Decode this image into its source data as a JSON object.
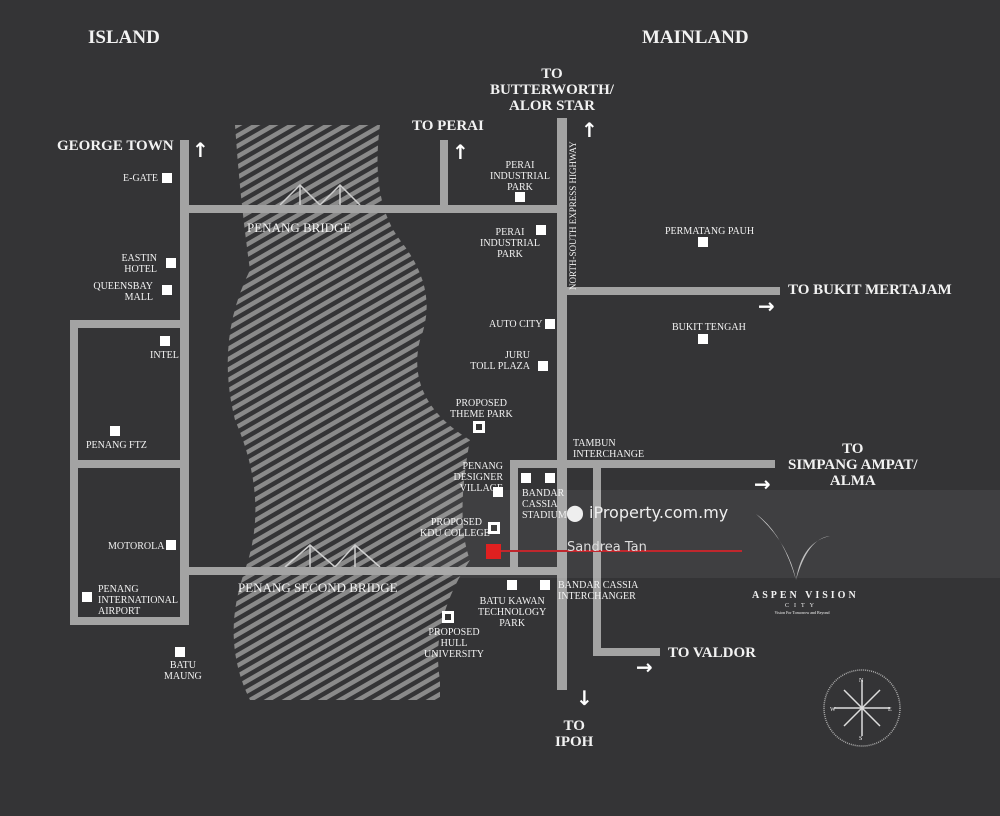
{
  "regions": {
    "island": "ISLAND",
    "mainland": "MAINLAND"
  },
  "destinations": {
    "butterworth": "TO\nBUTTERWORTH/\nALOR STAR",
    "perai": "TO PERAI",
    "george_town": "GEORGE TOWN",
    "bukit_mertajam": "TO BUKIT MERTAJAM",
    "simpang_ampat": "TO\nSIMPANG AMPAT/\nALMA",
    "valdor": "TO VALDOR",
    "ipoh": "TO\nIPOH"
  },
  "roads": {
    "penang_bridge": "PENANG BRIDGE",
    "second_bridge": "PENANG SECOND BRIDGE",
    "highway": "NORTH-SOUTH EXPRESS HIGHWAY"
  },
  "places": {
    "egate": "E-GATE",
    "eastin": "EASTIN\nHOTEL",
    "queensbay": "QUEENSBAY\nMALL",
    "intel": "INTEL",
    "ftz": "PENANG FTZ",
    "motorola": "MOTOROLA",
    "airport": "PENANG\nINTERNATIONAL\nAIRPORT",
    "batu_maung": "BATU\nMAUNG",
    "perai_ip1": "PERAI\nINDUSTRIAL\nPARK",
    "perai_ip2": "PERAI\nINDUSTRIAL\nPARK",
    "permatang": "PERMATANG PAUH",
    "auto_city": "AUTO CITY",
    "juru": "JURU\nTOLL PLAZA",
    "bukit_tengah": "BUKIT TENGAH",
    "theme_park": "PROPOSED\nTHEME PARK",
    "tambun": "TAMBUN\nINTERCHANGE",
    "designer_village": "PENANG\nDESIGNER\nVILLAGE",
    "stadium": "BANDAR\nCASSIA\nSTADIUM",
    "kdu": "PROPOSED\nKDU COLLEGE",
    "batu_kawan": "BATU KAWAN\nTECHNOLOGY\nPARK",
    "cassia_interchange": "BANDAR CASSIA\nINTERCHANGER",
    "hull": "PROPOSED\nHULL\nUNIVERSITY"
  },
  "logo": {
    "name": "ASPEN VISION",
    "sub": "CITY",
    "tagline": "Vision For Tomorrow and Beyond"
  },
  "compass": {
    "n": "N",
    "s": "S",
    "e": "E",
    "w": "W"
  },
  "watermark": {
    "site": "iProperty.com.my",
    "agent": "Sandrea Tan"
  },
  "colors": {
    "background": "#343436",
    "road": "#a3a3a3",
    "marker": "#e02020"
  }
}
